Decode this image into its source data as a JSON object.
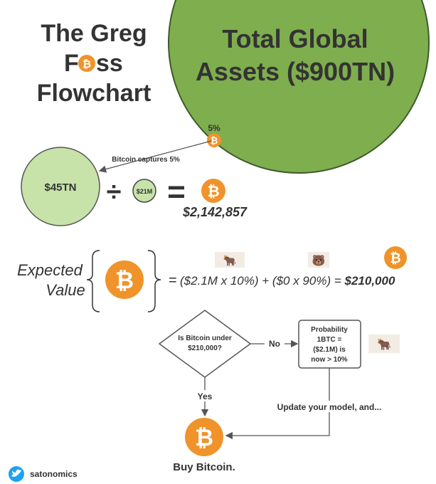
{
  "title": {
    "line1": "The Greg",
    "line2_pre": "F",
    "line2_post": "ss",
    "line3": "Flowchart"
  },
  "global_assets": {
    "line1": "Total Global",
    "line2": "Assets ($900TN)"
  },
  "share": {
    "percent": "5%",
    "arrow_label": "Bitcoin captures 5%",
    "amount": "$45TN",
    "divisor": "$21M",
    "operator_div": "÷",
    "operator_eq": "=",
    "result": "$2,142,857"
  },
  "expected_value": {
    "label1": "Expected",
    "label2": "Value",
    "equals": "=",
    "formula": "($2.1M x 10%) + ($0 x 90%) = ",
    "result": "$210,000"
  },
  "flow": {
    "decision1": "Is Bitcoin under",
    "decision2": "$210,000?",
    "no": "No",
    "yes": "Yes",
    "box": [
      "Probability",
      "1BTC =",
      "($2.1M) is",
      "now > 10%"
    ],
    "update": "Update your model, and...",
    "buy": "Buy Bitcoin."
  },
  "footer": {
    "handle": "satonomics"
  },
  "colors": {
    "green": "#7fae4e",
    "light_green": "#c7e3a9",
    "orange": "#f0932b",
    "text": "#333333"
  }
}
